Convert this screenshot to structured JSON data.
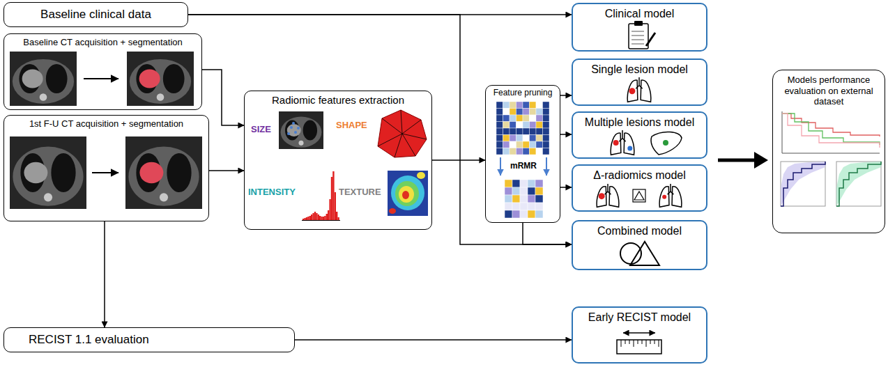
{
  "diagram": {
    "nodes": [
      {
        "text": [
          "Baseline clinical data"
        ]
      },
      {
        "text": [
          "Baseline CT acquisition + segmentation"
        ]
      },
      {
        "text": [
          "1st F-U CT acquisition + segmentation"
        ]
      },
      {
        "text": [
          "Radiomic features extraction"
        ]
      },
      {
        "text": [
          "Feature pruning"
        ]
      },
      {
        "text": [
          "Clinical model"
        ]
      },
      {
        "text": [
          "Single lesion model"
        ]
      },
      {
        "text": [
          "Multiple lesions model"
        ]
      },
      {
        "text": [
          "Δ-radiomics model"
        ]
      },
      {
        "text": [
          "Combined model"
        ]
      },
      {
        "text": [
          "Early RECIST model"
        ]
      },
      {
        "text": [
          "RECIST 1.1 evaluation"
        ]
      },
      {
        "text": [
          "Models performance evaluation on external dataset"
        ]
      }
    ],
    "edges": [
      {
        "from": 0,
        "to": 5,
        "arrow": "to"
      },
      {
        "from": 0,
        "to": 9,
        "arrow": "to"
      },
      {
        "from": 1,
        "to": 3,
        "arrow": "to"
      },
      {
        "from": 2,
        "to": 3,
        "arrow": "to"
      },
      {
        "from": 2,
        "to": 11,
        "arrow": "to"
      },
      {
        "from": 3,
        "to": 4,
        "arrow": "to"
      },
      {
        "from": 4,
        "to": 6,
        "arrow": "to"
      },
      {
        "from": 4,
        "to": 7,
        "arrow": "to"
      },
      {
        "from": 4,
        "to": 8,
        "arrow": "to"
      },
      {
        "from": 4,
        "to": 9,
        "arrow": "to"
      },
      {
        "from": 11,
        "to": 10,
        "arrow": "to"
      }
    ],
    "labels": [
      "SIZE",
      "SHAPE",
      "INTENSITY",
      "TEXTURE",
      "mRMR"
    ]
  }
}
